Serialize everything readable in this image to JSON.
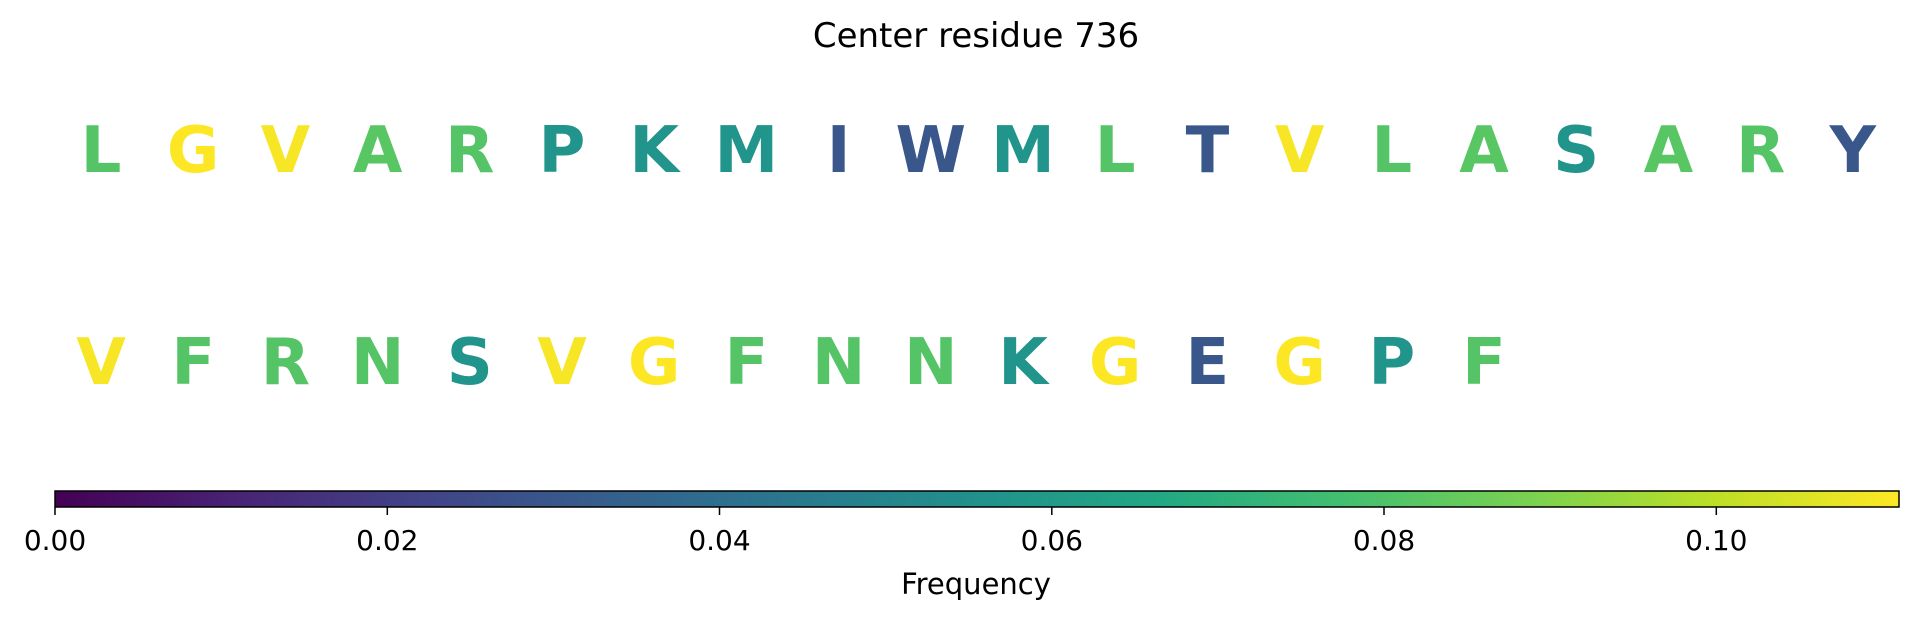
{
  "chart_data": {
    "type": "table",
    "title": "Center residue 736",
    "rows": [
      {
        "residues": [
          "L",
          "G",
          "V",
          "A",
          "R",
          "P",
          "K",
          "M",
          "I",
          "W",
          "M",
          "L",
          "T",
          "V",
          "L",
          "A",
          "S",
          "A",
          "R",
          "Y"
        ],
        "values": [
          0.081,
          0.112,
          0.11,
          0.082,
          0.081,
          0.057,
          0.057,
          0.057,
          0.03,
          0.03,
          0.057,
          0.081,
          0.03,
          0.11,
          0.081,
          0.082,
          0.057,
          0.082,
          0.081,
          0.03
        ]
      },
      {
        "residues": [
          "V",
          "F",
          "R",
          "N",
          "S",
          "V",
          "G",
          "F",
          "N",
          "N",
          "K",
          "G",
          "E",
          "G",
          "P",
          "F"
        ],
        "values": [
          0.11,
          0.081,
          0.081,
          0.081,
          0.057,
          0.11,
          0.112,
          0.081,
          0.081,
          0.081,
          0.057,
          0.112,
          0.03,
          0.112,
          0.057,
          0.081
        ]
      }
    ],
    "colorbar": {
      "colormap": "viridis",
      "range": [
        0,
        0.111
      ],
      "ticks": [
        0.0,
        0.02,
        0.04,
        0.06,
        0.08,
        0.1
      ],
      "tick_labels": [
        "0.00",
        "0.02",
        "0.04",
        "0.06",
        "0.08",
        "0.10"
      ],
      "label": "Frequency"
    }
  }
}
